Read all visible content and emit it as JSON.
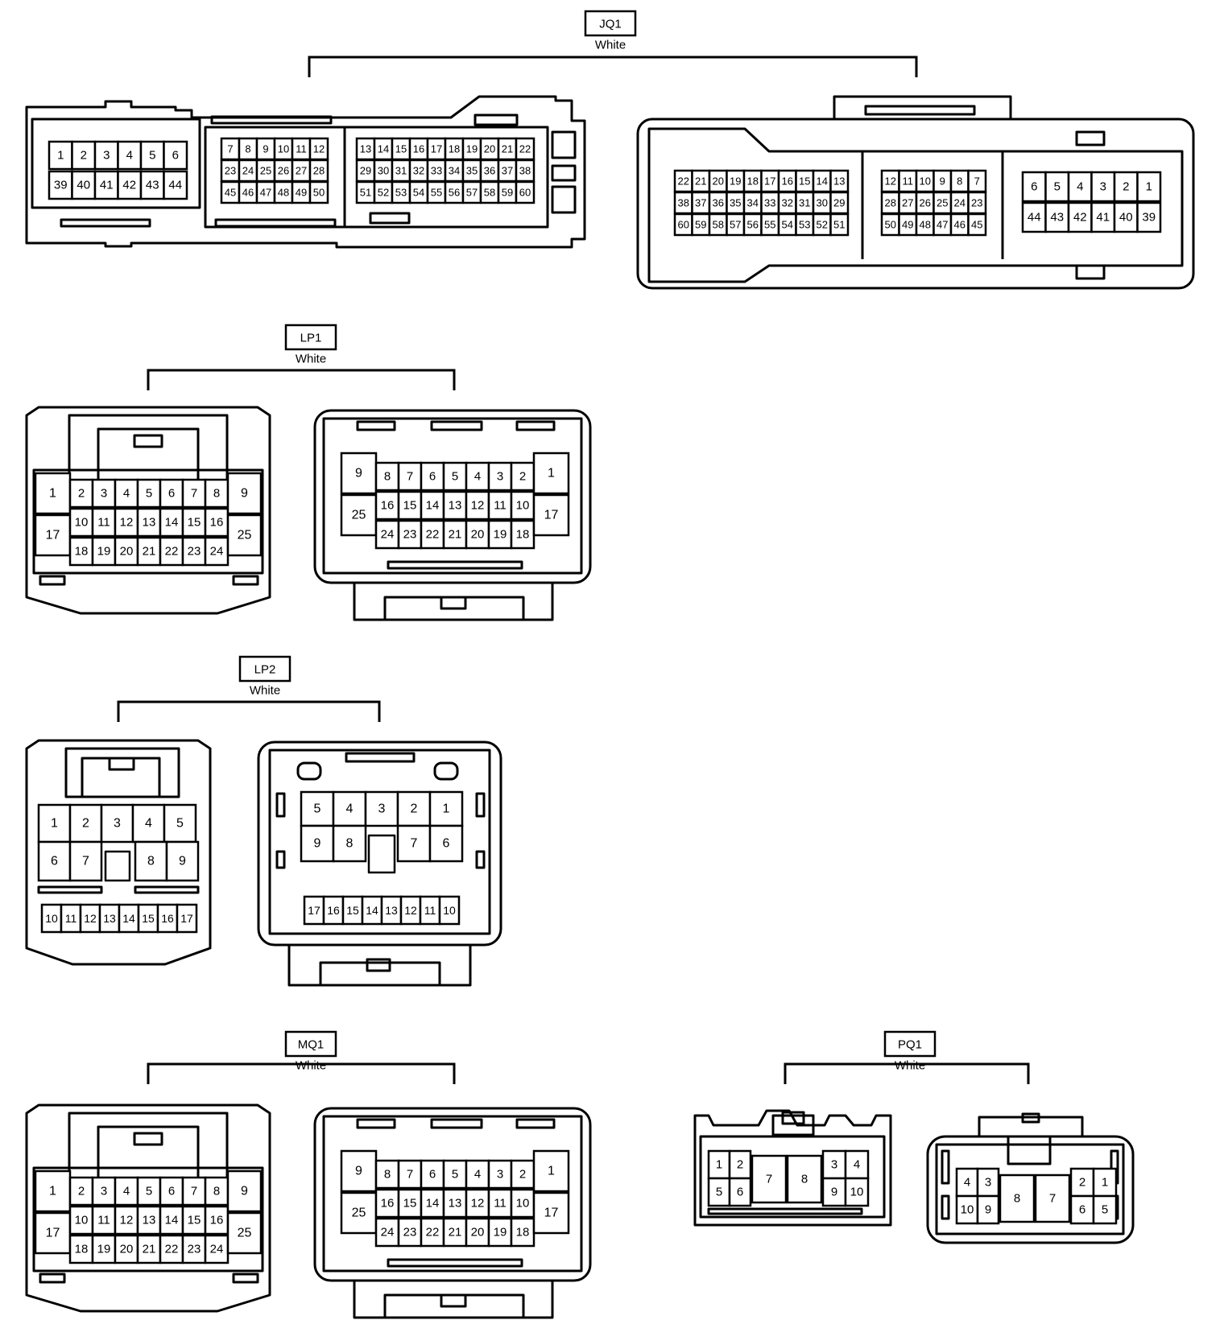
{
  "connectors": {
    "jq1": {
      "label": "JQ1",
      "color": "White",
      "left": {
        "rows": [
          [
            "1",
            "2",
            "3",
            "4",
            "5",
            "6",
            "7",
            "8",
            "9",
            "10",
            "11",
            "12",
            "13",
            "14",
            "15",
            "16",
            "17",
            "18",
            "19",
            "20",
            "21",
            "22"
          ],
          [
            "39",
            "40",
            "41",
            "42",
            "43",
            "44",
            "23",
            "24",
            "25",
            "26",
            "27",
            "28",
            "29",
            "30",
            "31",
            "32",
            "33",
            "34",
            "35",
            "36",
            "37",
            "38"
          ],
          [
            "45",
            "46",
            "47",
            "48",
            "49",
            "50",
            "51",
            "52",
            "53",
            "54",
            "55",
            "56",
            "57",
            "58",
            "59",
            "60"
          ]
        ]
      },
      "right": {
        "rows": [
          [
            "22",
            "21",
            "20",
            "19",
            "18",
            "17",
            "16",
            "15",
            "14",
            "13",
            "12",
            "11",
            "10",
            "9",
            "8",
            "7",
            "6",
            "5",
            "4",
            "3",
            "2",
            "1"
          ],
          [
            "38",
            "37",
            "36",
            "35",
            "34",
            "33",
            "32",
            "31",
            "30",
            "29",
            "28",
            "27",
            "26",
            "25",
            "24",
            "23",
            "44",
            "43",
            "42",
            "41",
            "40",
            "39"
          ],
          [
            "60",
            "59",
            "58",
            "57",
            "56",
            "55",
            "54",
            "53",
            "52",
            "51",
            "50",
            "49",
            "48",
            "47",
            "46",
            "45"
          ]
        ]
      }
    },
    "lp1": {
      "label": "LP1",
      "color": "White",
      "left": [
        "1",
        "17",
        "2",
        "3",
        "4",
        "5",
        "6",
        "7",
        "8",
        "10",
        "11",
        "12",
        "13",
        "14",
        "15",
        "16",
        "18",
        "19",
        "20",
        "21",
        "22",
        "23",
        "24",
        "9",
        "25"
      ],
      "right": [
        "9",
        "25",
        "8",
        "7",
        "6",
        "5",
        "4",
        "3",
        "2",
        "16",
        "15",
        "14",
        "13",
        "12",
        "11",
        "10",
        "24",
        "23",
        "22",
        "21",
        "20",
        "19",
        "18",
        "1",
        "17"
      ]
    },
    "lp2": {
      "label": "LP2",
      "color": "White",
      "left": [
        "1",
        "2",
        "3",
        "4",
        "5",
        "6",
        "7",
        "8",
        "9",
        "10",
        "11",
        "12",
        "13",
        "14",
        "15",
        "16",
        "17"
      ],
      "right": [
        "5",
        "4",
        "3",
        "2",
        "1",
        "9",
        "8",
        "7",
        "6",
        "17",
        "16",
        "15",
        "14",
        "13",
        "12",
        "11",
        "10"
      ]
    },
    "mq1": {
      "label": "MQ1",
      "color": "White",
      "left": [
        "1",
        "17",
        "2",
        "3",
        "4",
        "5",
        "6",
        "7",
        "8",
        "10",
        "11",
        "12",
        "13",
        "14",
        "15",
        "16",
        "18",
        "19",
        "20",
        "21",
        "22",
        "23",
        "24",
        "9",
        "25"
      ],
      "right": [
        "9",
        "25",
        "8",
        "7",
        "6",
        "5",
        "4",
        "3",
        "2",
        "16",
        "15",
        "14",
        "13",
        "12",
        "11",
        "10",
        "24",
        "23",
        "22",
        "21",
        "20",
        "19",
        "18",
        "1",
        "17"
      ]
    },
    "pq1": {
      "label": "PQ1",
      "color": "White",
      "left": [
        "1",
        "2",
        "5",
        "6",
        "7",
        "8",
        "3",
        "4",
        "9",
        "10"
      ],
      "right": [
        "4",
        "3",
        "10",
        "9",
        "8",
        "7",
        "2",
        "1",
        "6",
        "5"
      ]
    }
  }
}
